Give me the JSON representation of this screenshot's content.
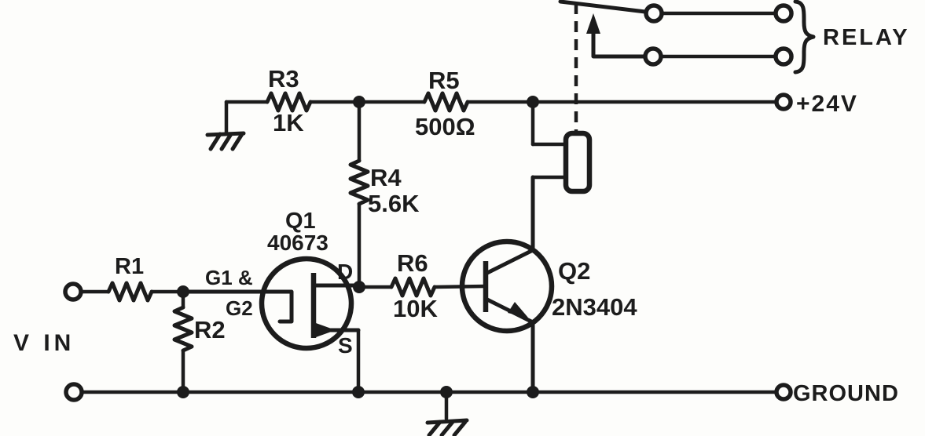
{
  "background": "#fdfdfb",
  "ink": "#1c1c1c",
  "labels": {
    "v_in": "V IN",
    "plus24v": "+24V",
    "ground": "GROUND",
    "relay": "RELAY"
  },
  "components": {
    "r1": {
      "ref": "R1"
    },
    "r2": {
      "ref": "R2"
    },
    "r3": {
      "ref": "R3",
      "value": "1K"
    },
    "r4": {
      "ref": "R4",
      "value": "5.6K"
    },
    "r5": {
      "ref": "R5",
      "value": "500Ω"
    },
    "r6": {
      "ref": "R6",
      "value": "10K"
    },
    "q1": {
      "ref": "Q1",
      "part": "40673",
      "pin_gate1": "G1 &",
      "pin_gate2": "G2",
      "pin_drain": "D",
      "pin_source": "S"
    },
    "q2": {
      "ref": "Q2",
      "part": "2N3404"
    }
  }
}
